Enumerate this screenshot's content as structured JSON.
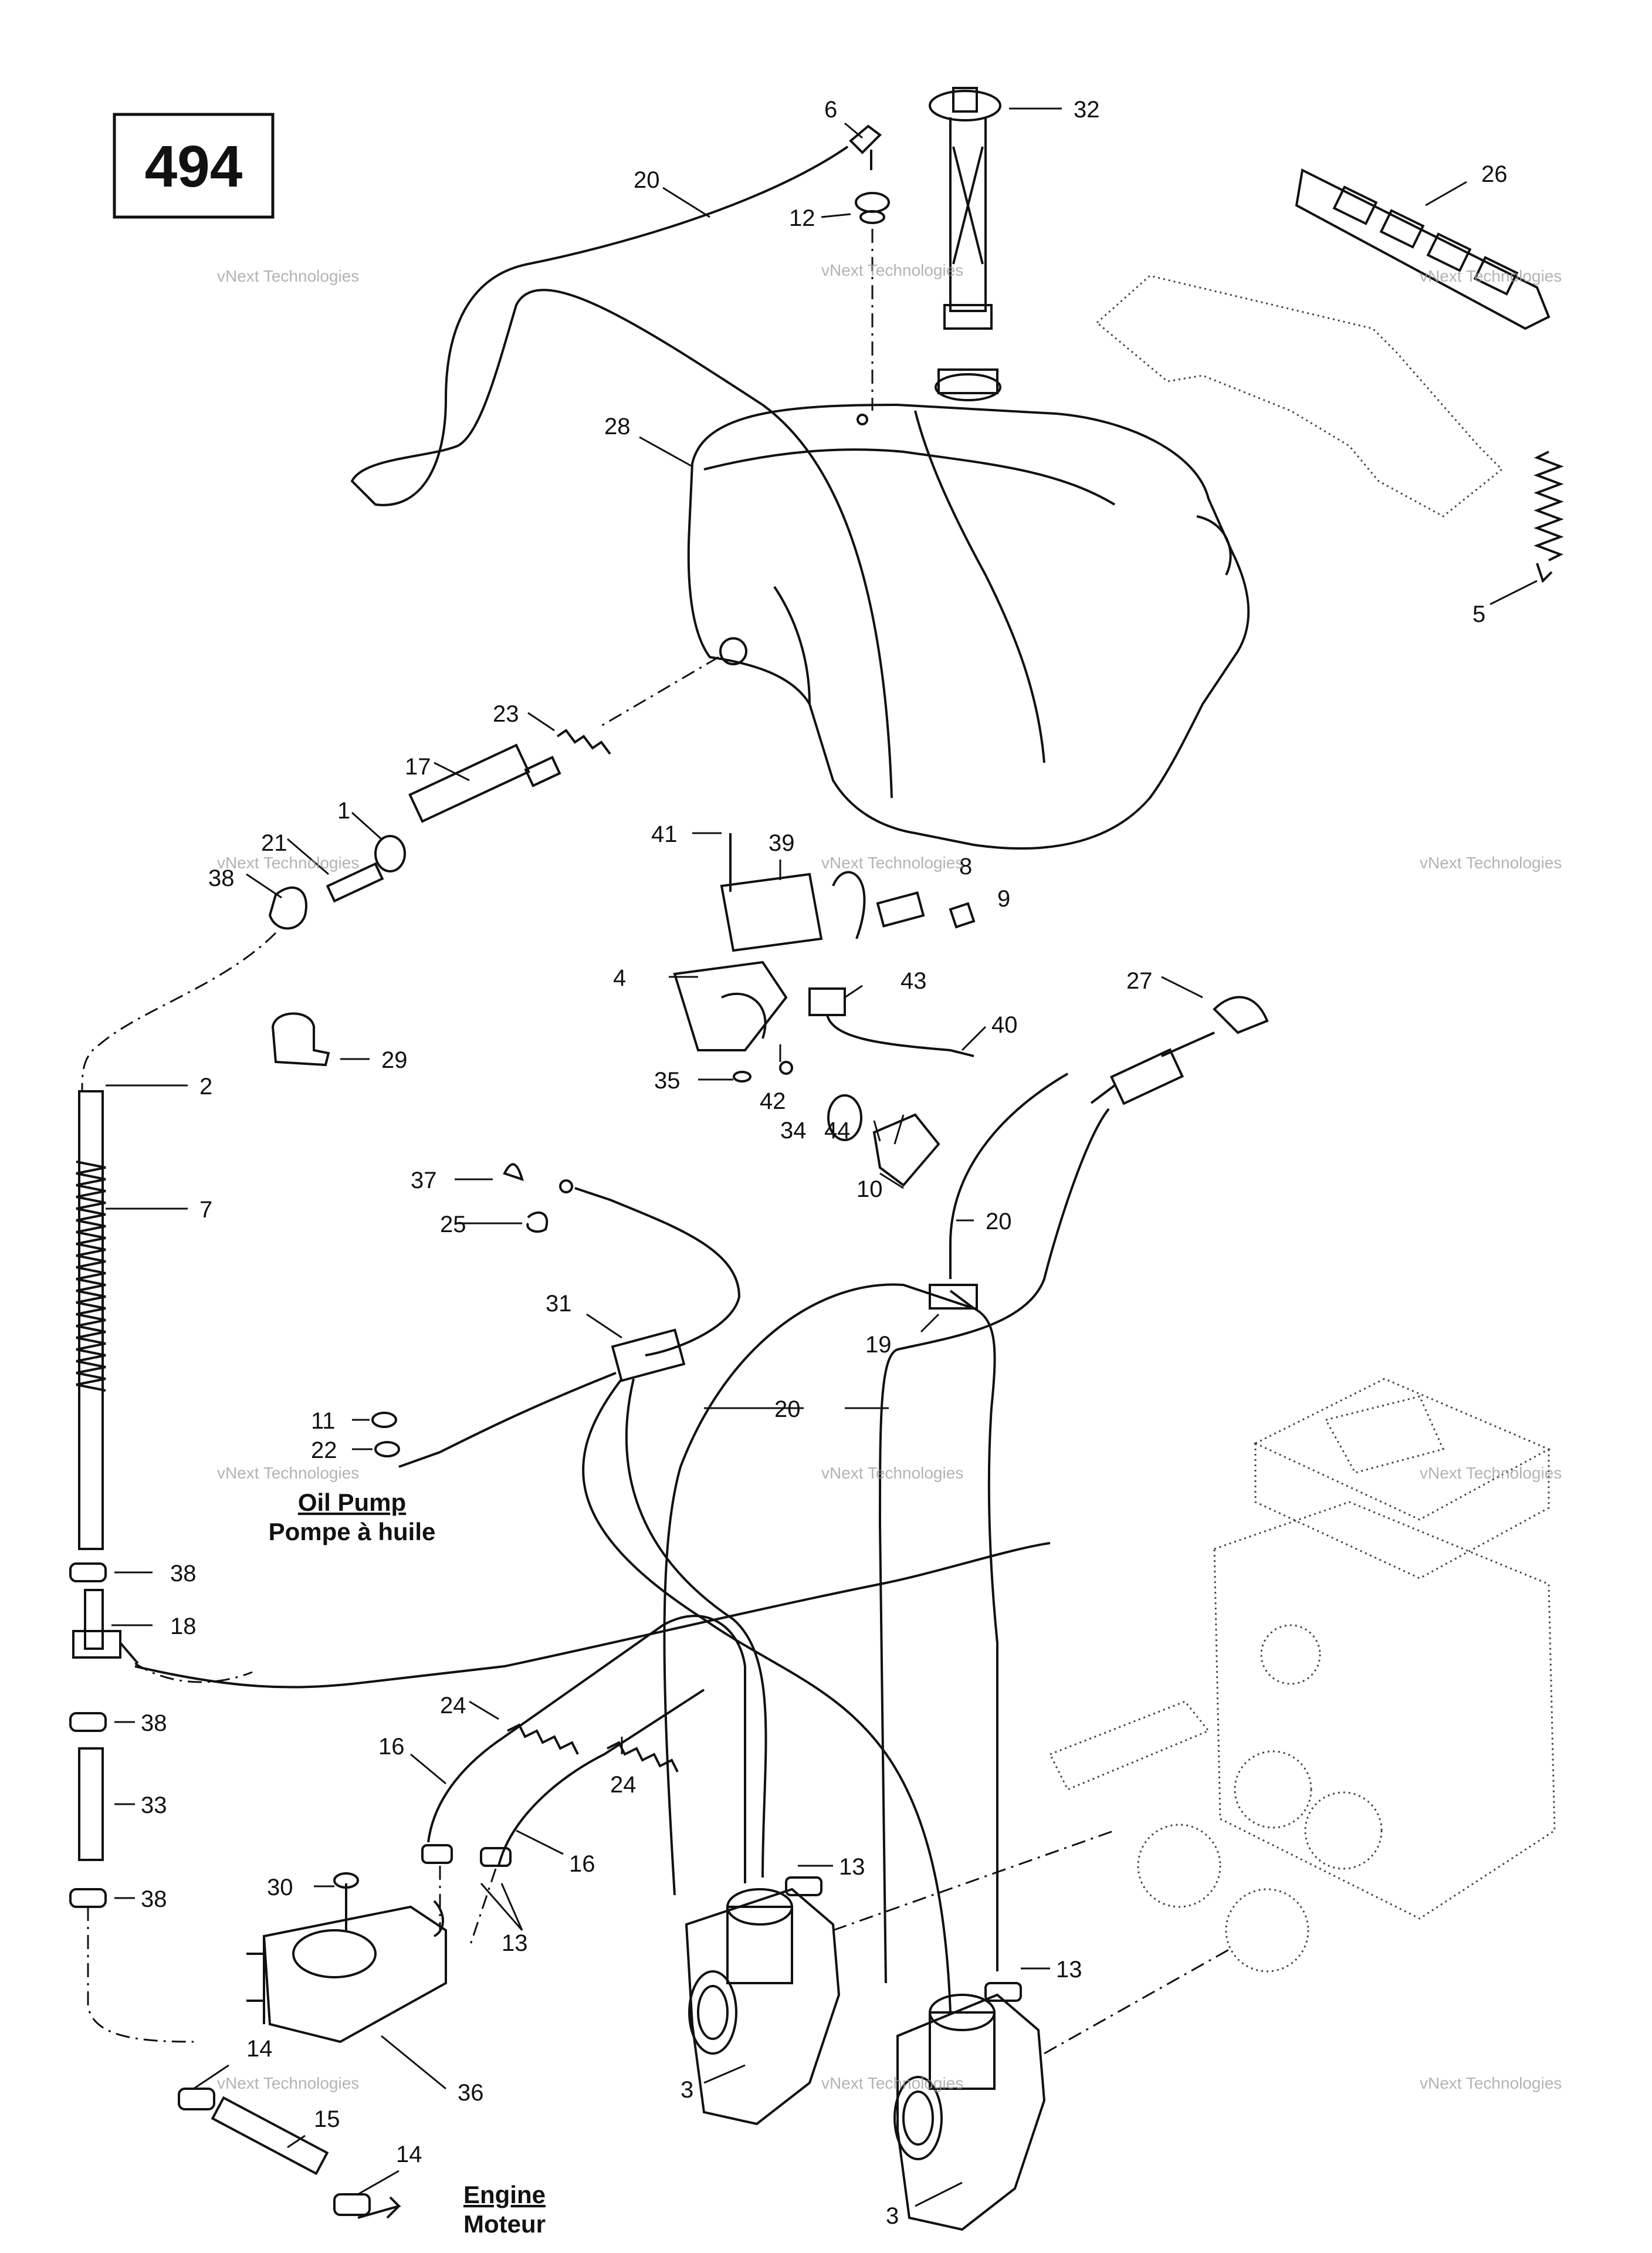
{
  "diagram_number": "494",
  "labels": {
    "oil_pump_en": "Oil Pump",
    "oil_pump_fr": "Pompe à huile",
    "engine_en": "Engine",
    "engine_fr": "Moteur"
  },
  "watermark": {
    "line1": "vNext Technologies",
    "line2": "vNext",
    "line3": "Technologies"
  },
  "callouts": [
    {
      "id": "c32a",
      "text": "32"
    },
    {
      "id": "c6",
      "text": "6"
    },
    {
      "id": "c20a",
      "text": "20"
    },
    {
      "id": "c12",
      "text": "12"
    },
    {
      "id": "c26",
      "text": "26"
    },
    {
      "id": "c28",
      "text": "28"
    },
    {
      "id": "c5",
      "text": "5"
    },
    {
      "id": "c23",
      "text": "23"
    },
    {
      "id": "c17",
      "text": "17"
    },
    {
      "id": "c1",
      "text": "1"
    },
    {
      "id": "c21",
      "text": "21"
    },
    {
      "id": "c38a",
      "text": "38"
    },
    {
      "id": "c41",
      "text": "41"
    },
    {
      "id": "c39",
      "text": "39"
    },
    {
      "id": "c8",
      "text": "8"
    },
    {
      "id": "c9",
      "text": "9"
    },
    {
      "id": "c4",
      "text": "4"
    },
    {
      "id": "c43",
      "text": "43"
    },
    {
      "id": "c27",
      "text": "27"
    },
    {
      "id": "c40",
      "text": "40"
    },
    {
      "id": "c29",
      "text": "29"
    },
    {
      "id": "c35",
      "text": "35"
    },
    {
      "id": "c42",
      "text": "42"
    },
    {
      "id": "c34",
      "text": "34"
    },
    {
      "id": "c44",
      "text": "44"
    },
    {
      "id": "c10",
      "text": "10"
    },
    {
      "id": "c2",
      "text": "2"
    },
    {
      "id": "c7",
      "text": "7"
    },
    {
      "id": "c37",
      "text": "37"
    },
    {
      "id": "c25",
      "text": "25"
    },
    {
      "id": "c20b",
      "text": "20"
    },
    {
      "id": "c31",
      "text": "31"
    },
    {
      "id": "c19",
      "text": "19"
    },
    {
      "id": "c20c",
      "text": "20"
    },
    {
      "id": "c11",
      "text": "11"
    },
    {
      "id": "c22",
      "text": "22"
    },
    {
      "id": "c38b",
      "text": "38"
    },
    {
      "id": "c18",
      "text": "18"
    },
    {
      "id": "c38c",
      "text": "38"
    },
    {
      "id": "c24a",
      "text": "24"
    },
    {
      "id": "c16a",
      "text": "16"
    },
    {
      "id": "c24b",
      "text": "24"
    },
    {
      "id": "c33",
      "text": "33"
    },
    {
      "id": "c16b",
      "text": "16"
    },
    {
      "id": "c13a",
      "text": "13"
    },
    {
      "id": "c30",
      "text": "30"
    },
    {
      "id": "c38d",
      "text": "38"
    },
    {
      "id": "c13b",
      "text": "13"
    },
    {
      "id": "c13c",
      "text": "13"
    },
    {
      "id": "c14a",
      "text": "14"
    },
    {
      "id": "c36",
      "text": "36"
    },
    {
      "id": "c15",
      "text": "15"
    },
    {
      "id": "c3a",
      "text": "3"
    },
    {
      "id": "c14b",
      "text": "14"
    },
    {
      "id": "c3b",
      "text": "3"
    }
  ]
}
